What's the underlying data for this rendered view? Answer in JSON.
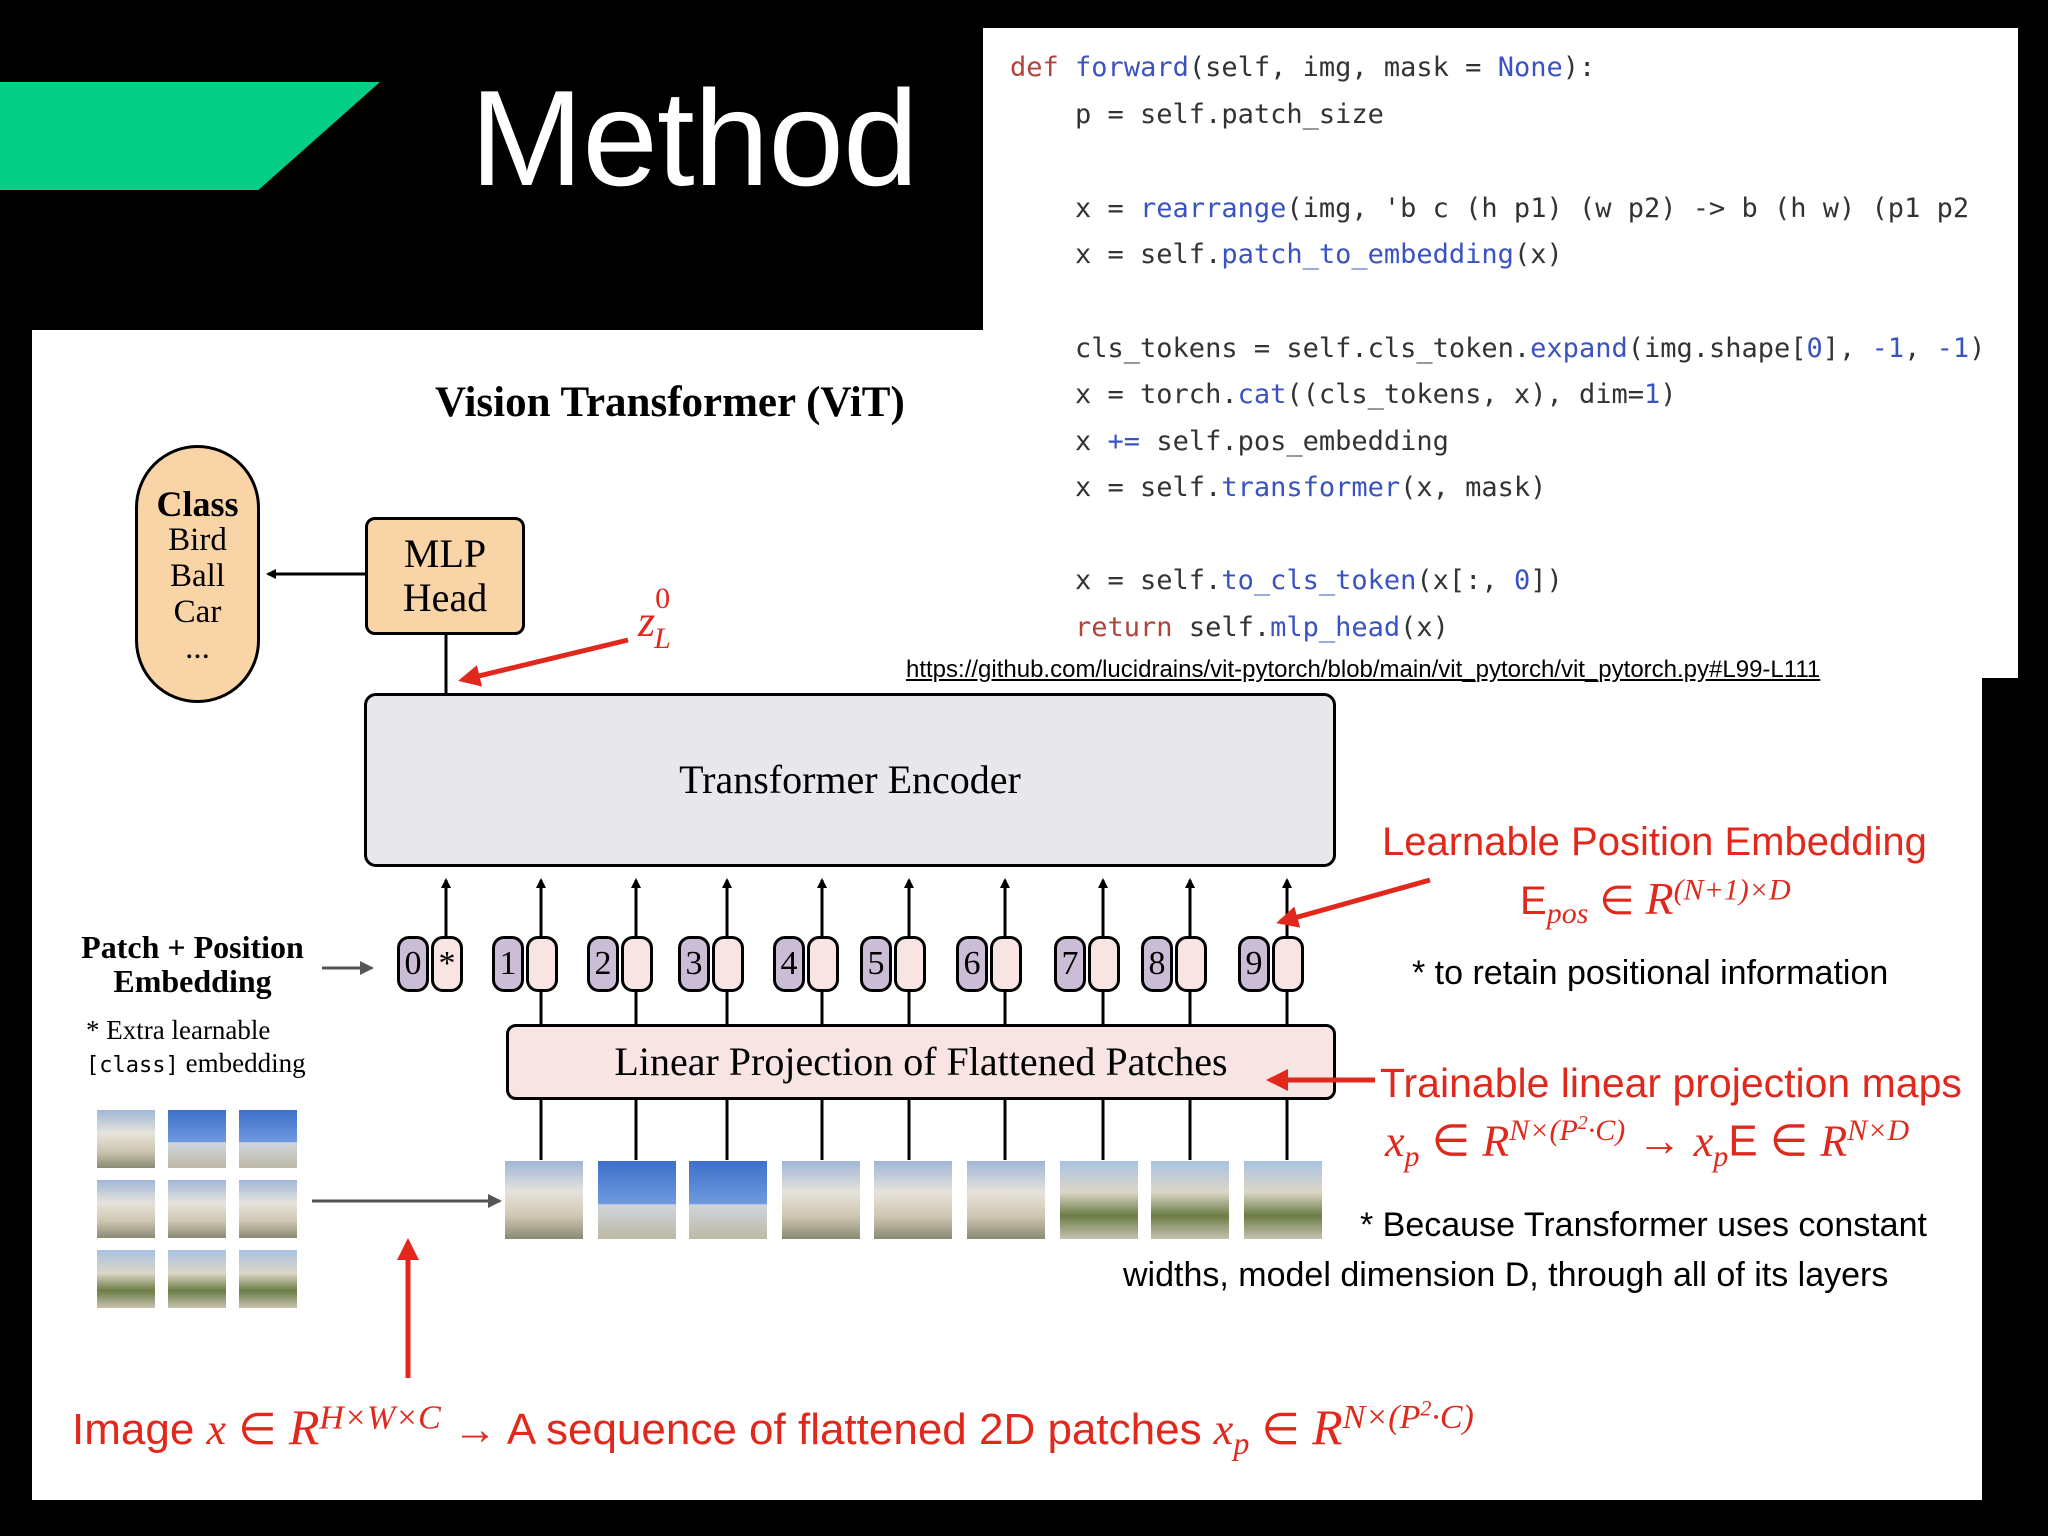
{
  "slide": {
    "title": "Method",
    "accent_color": "#05cf86"
  },
  "code": {
    "url": "https://github.com/lucidrains/vit-pytorch/blob/main/vit_pytorch/vit_pytorch.py#L99-L111"
  },
  "diagram": {
    "title": "Vision Transformer (ViT)",
    "class_box": {
      "heading": "Class",
      "items": [
        "Bird",
        "Ball",
        "Car",
        "..."
      ]
    },
    "mlp_head": "MLP\nHead",
    "encoder": "Transformer Encoder",
    "projection": "Linear Projection of Flattened Patches",
    "patch_pos_label": "Patch + Position\nEmbedding",
    "extra_note_1": "* Extra learnable",
    "extra_note_code": "[class]",
    "extra_note_2": "embedding",
    "tokens": [
      "0",
      "1",
      "2",
      "3",
      "4",
      "5",
      "6",
      "7",
      "8",
      "9"
    ],
    "cls_marker": "*",
    "z_label": "z",
    "z_sup": "0",
    "z_sub": "L"
  },
  "annotations": {
    "pos_embed_title": "Learnable Position Embedding",
    "pos_note": "* to retain positional information",
    "linear_title": "Trainable linear projection maps",
    "constant_note_1": "* Because Transformer uses constant",
    "constant_note_2": "widths, model dimension D, through all of its layers",
    "bottom_text": "Image x ∈ R → A sequence of flattened 2D patches"
  },
  "colors": {
    "annotation_red": "#e0281c",
    "token_purple": "#ccbdd6",
    "token_pink": "#f9e4e4",
    "head_orange": "#f9d4a6",
    "encoder_gray": "#e8e7eb"
  }
}
